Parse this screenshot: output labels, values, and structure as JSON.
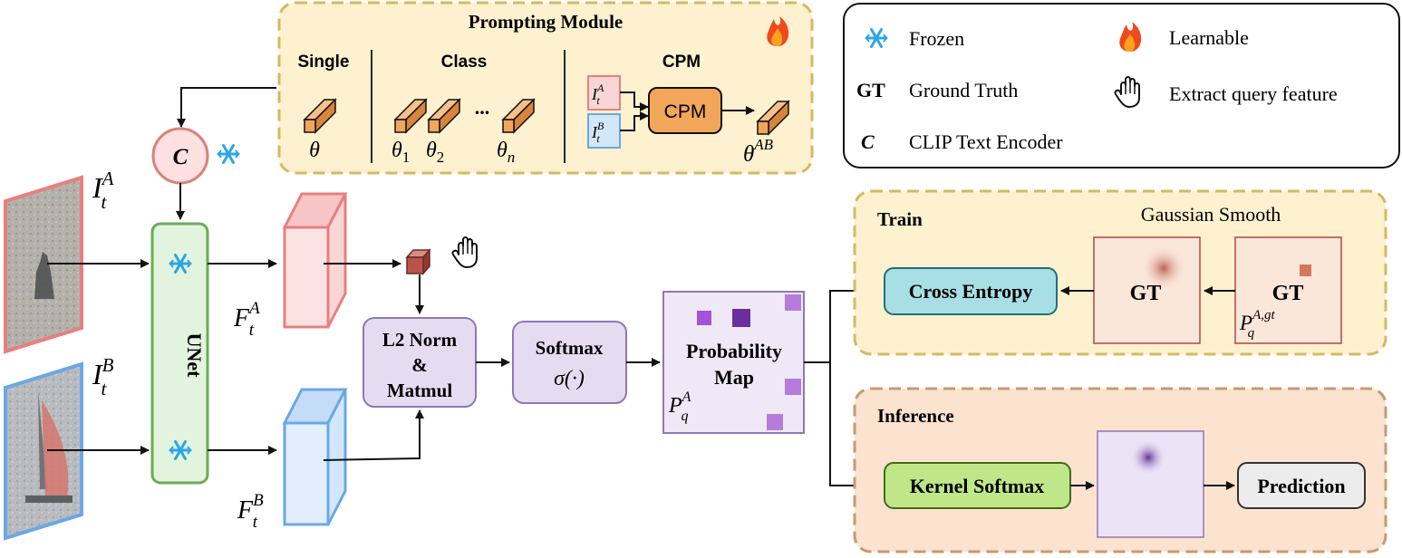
{
  "prompting_module": {
    "title": "Prompting Module",
    "single_header": "Single",
    "class_header": "Class",
    "cpm_header": "CPM",
    "cpm_block_label": "CPM",
    "ellipsis": "...",
    "theta": "θ",
    "sub_1": "1",
    "sub_2": "2",
    "sub_n": "n",
    "sup_ab": "AB"
  },
  "legend": {
    "frozen": "Frozen",
    "learnable": "Learnable",
    "gt_abbr": "GT",
    "gt_label": "Ground Truth",
    "hand_label": "Extract query feature",
    "c_abbr": "C",
    "c_label": "CLIP Text Encoder"
  },
  "symbols": {
    "I": "I",
    "F": "F",
    "P": "P",
    "t": "t",
    "q": "q",
    "A": "A",
    "B": "B",
    "a_gt": "A,gt",
    "c_node": "C"
  },
  "unet_label": "UNet",
  "l2": {
    "line1": "L2 Norm",
    "line2": "&",
    "line3": "Matmul"
  },
  "softmax": {
    "line1": "Softmax",
    "line2": "σ(·)"
  },
  "prob_map": {
    "line1": "Probability",
    "line2": "Map"
  },
  "train": {
    "title": "Train",
    "gaussian": "Gaussian Smooth",
    "cross_entropy": "Cross Entropy",
    "gt1": "GT",
    "gt2": "GT"
  },
  "inference": {
    "title": "Inference",
    "kernel_softmax": "Kernel Softmax",
    "prediction": "Prediction"
  },
  "colors": {
    "yellow_bg": "#fdf1cf",
    "yellow_border": "#d8b860",
    "orange_bg": "#fbe3cf",
    "orange_border": "#c89a6e",
    "cyan": "#a8dfe4",
    "green": "#bfe78a",
    "gray": "#ececec",
    "purple": "#e6dcf2",
    "purple_border": "#8e78b6",
    "unet_fill": "#e2f4dd",
    "unet_border": "#6aab58",
    "red_edge": "#e87f7f",
    "blue_edge": "#6aa8e6",
    "prompt_orange": "#f2a65a"
  }
}
